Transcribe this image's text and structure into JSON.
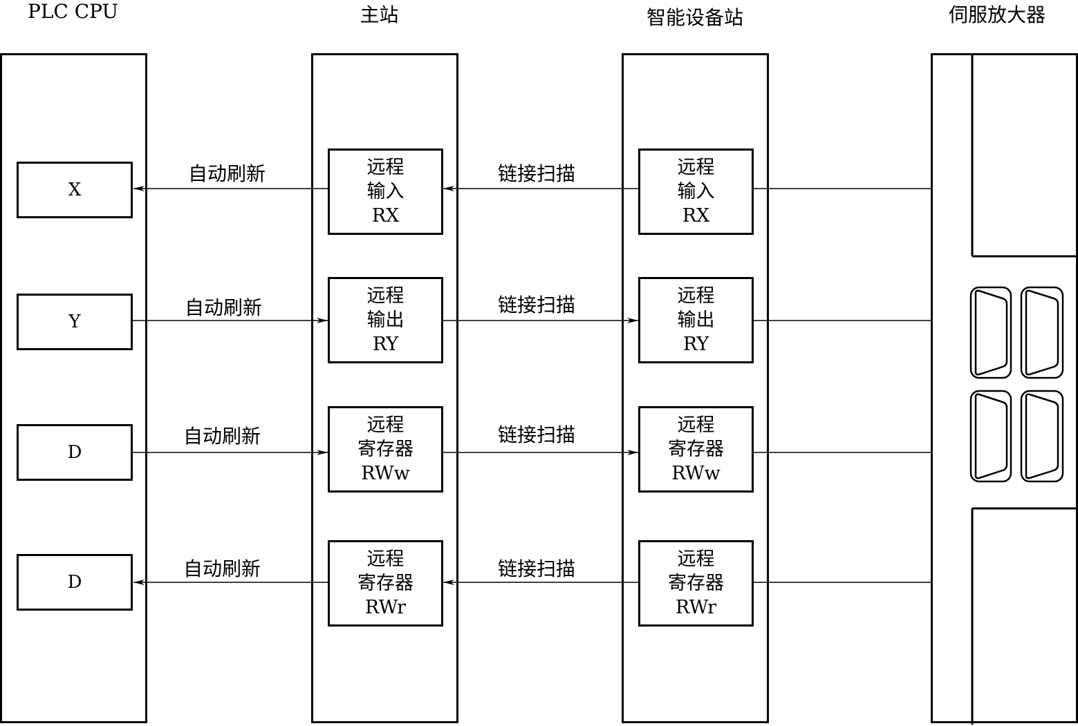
{
  "columns": {
    "plc_cpu": "PLC CPU",
    "master": "主站",
    "intelligent": "智能设备站",
    "servo": "伺服放大器"
  },
  "plc_cpu_devices": [
    "X",
    "Y",
    "D",
    "D"
  ],
  "master_buffers": [
    {
      "line1": "远程",
      "line2": "输入",
      "line3": "RX"
    },
    {
      "line1": "远程",
      "line2": "输出",
      "line3": "RY"
    },
    {
      "line1": "远程",
      "line2": "寄存器",
      "line3": "RWw"
    },
    {
      "line1": "远程",
      "line2": "寄存器",
      "line3": "RWr"
    }
  ],
  "station_buffers": [
    {
      "line1": "远程",
      "line2": "输入",
      "line3": "RX"
    },
    {
      "line1": "远程",
      "line2": "输出",
      "line3": "RY"
    },
    {
      "line1": "远程",
      "line2": "寄存器",
      "line3": "RWw"
    },
    {
      "line1": "远程",
      "line2": "寄存器",
      "line3": "RWr"
    }
  ],
  "refresh_labels": [
    "自动刷新",
    "自动刷新",
    "自动刷新",
    "自动刷新"
  ],
  "scan_labels": [
    "链接扫描",
    "链接扫描",
    "链接扫描",
    "链接扫描"
  ],
  "colors": {
    "line": "#000000",
    "background": "#ffffff"
  }
}
